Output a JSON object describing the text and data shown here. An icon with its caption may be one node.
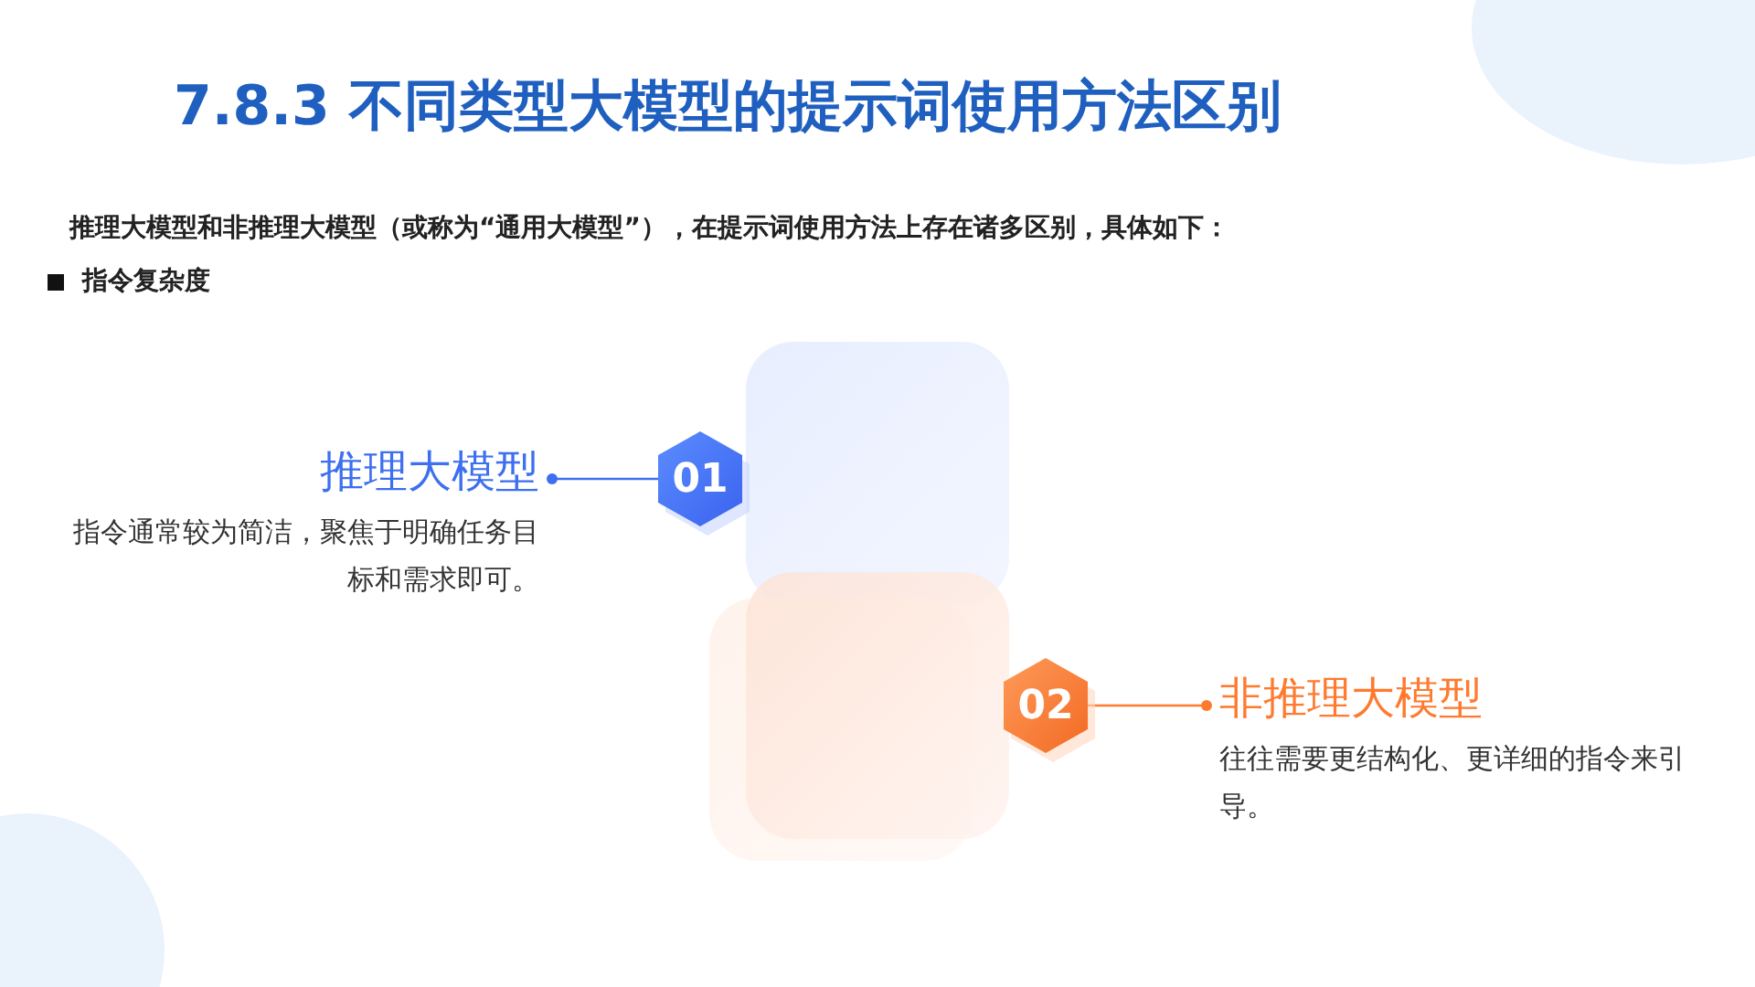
{
  "diagram": {
    "title": "7.8.3  不同类型大模型的提示词使用方法区别",
    "nodes": [
      {
        "text": [
          "01"
        ]
      },
      {
        "text": [
          "推理大模型",
          "指令通常较为简洁，聚焦于明确任务目标和需求即可。"
        ]
      },
      {
        "text": [
          "02"
        ]
      },
      {
        "text": [
          "非推理大模型",
          "往往需要更结构化、更详细的指令来引导。"
        ]
      }
    ],
    "edges": [
      {
        "from": 1,
        "to": 0,
        "arrow": "other",
        "color": "#3d6ff0"
      },
      {
        "from": 3,
        "to": 2,
        "arrow": "other",
        "color": "#ff7a2e"
      }
    ],
    "labels": [
      "推理大模型和非推理大模型（或称为“通用大模型”），在提示词使用方法上存在诸多区别，具体如下：",
      "指令复杂度"
    ]
  }
}
